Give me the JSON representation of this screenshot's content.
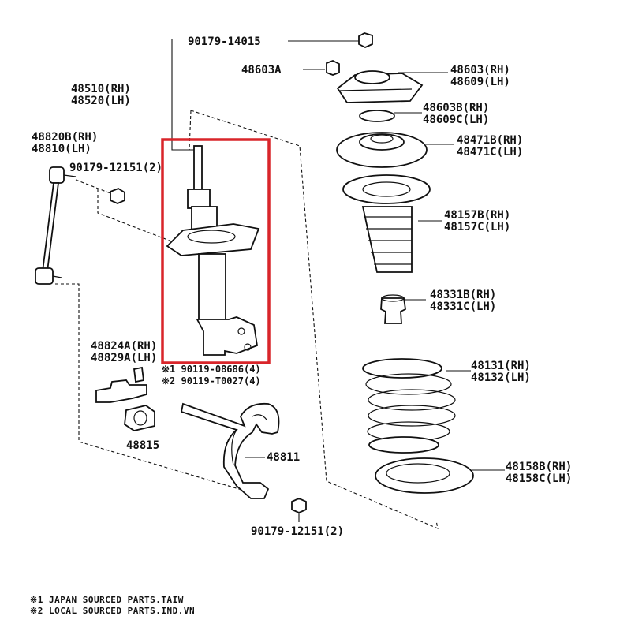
{
  "diagram": {
    "labels": {
      "nut_top": "90179-14015",
      "nut_48603a": "48603A",
      "mount_rh": "48603(RH)",
      "mount_lh": "48609(LH)",
      "strut_rh": "48510(RH)",
      "strut_lh": "48520(LH)",
      "bearing_rh": "48603B(RH)",
      "bearing_lh": "48609C(LH)",
      "link_rh": "48820B(RH)",
      "link_lh": "48810(LH)",
      "link_nut": "90179-12151(2)",
      "seat_rh": "48471B(RH)",
      "seat_lh": "48471C(LH)",
      "boot_rh": "48157B(RH)",
      "boot_lh": "48157C(LH)",
      "bumper_rh": "48331B(RH)",
      "bumper_lh": "48331C(LH)",
      "bracket_rh": "48824A(RH)",
      "bracket_lh": "48829A(LH)",
      "bolt1": "※1 90119-08686(4)",
      "bolt2": "※2 90119-T0027(4)",
      "spring_rh": "48131(RH)",
      "spring_lh": "48132(LH)",
      "bushing": "48815",
      "stabilizer": "48811",
      "insulator_rh": "48158B(RH)",
      "insulator_lh": "48158C(LH)",
      "bottom_nut": "90179-12151(2)"
    },
    "highlight_color": "#d9252a",
    "footnotes": {
      "note1": "※1 JAPAN SOURCED PARTS.TAIW",
      "note2": "※2 LOCAL SOURCED PARTS.IND.VN"
    }
  }
}
